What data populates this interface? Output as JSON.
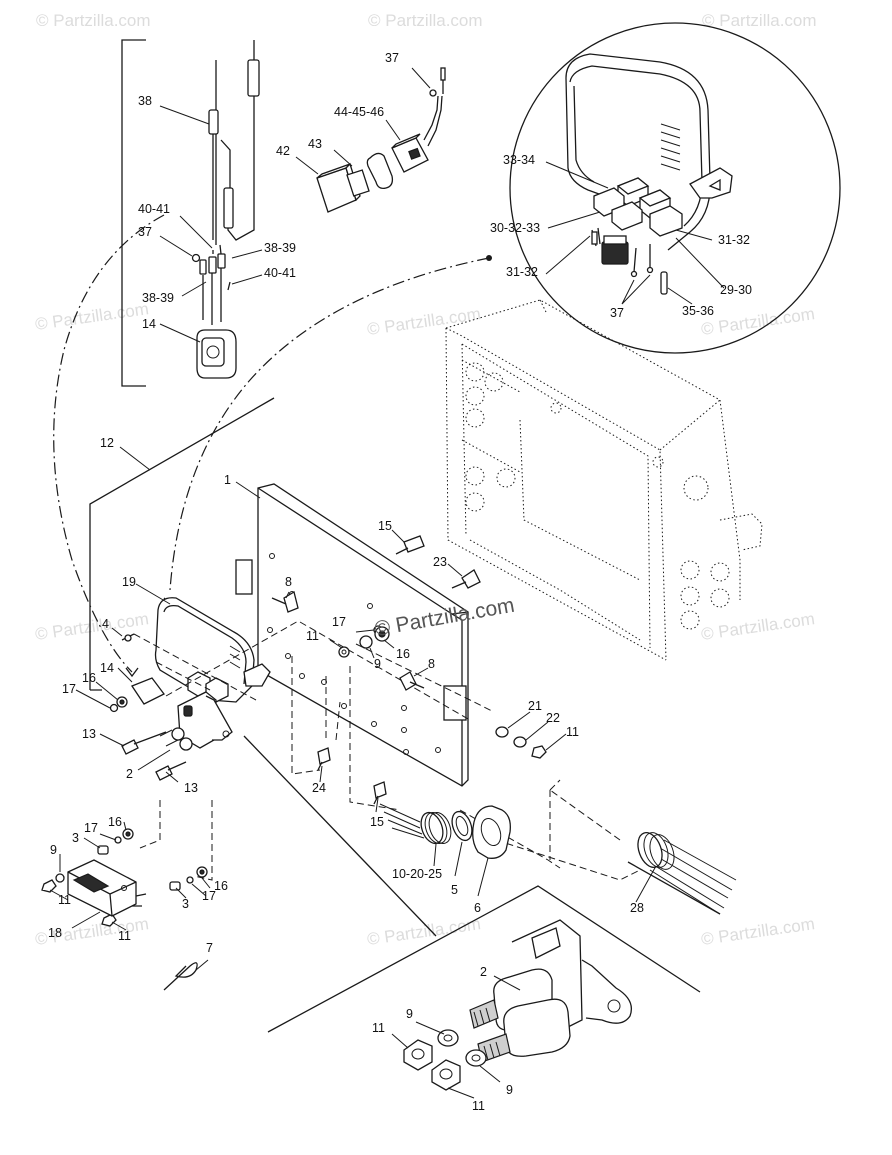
{
  "watermarks": {
    "text": "© Partzilla.com",
    "center_text": "© Partzilla.com"
  },
  "callouts": {
    "c1": "1",
    "c2a": "2",
    "c2b": "2",
    "c3a": "3",
    "c3b": "3",
    "c4": "4",
    "c5": "5",
    "c6": "6",
    "c7": "7",
    "c8a": "8",
    "c8b": "8",
    "c9a": "9",
    "c9b": "9",
    "c9c": "9",
    "c9d": "9",
    "c10": "10-20-25",
    "c11a": "11",
    "c11b": "11",
    "c11c": "11",
    "c11d": "11",
    "c11e": "11",
    "c11f": "11",
    "c12": "12",
    "c13a": "13",
    "c13b": "13",
    "c14a": "14",
    "c14b": "14",
    "c15a": "15",
    "c15b": "15",
    "c16a": "16",
    "c16b": "16",
    "c16c": "16",
    "c16d": "16",
    "c17a": "17",
    "c17b": "17",
    "c17c": "17",
    "c17d": "17",
    "c18": "18",
    "c19": "19",
    "c21": "21",
    "c22": "22",
    "c23": "23",
    "c24": "24",
    "c28": "28",
    "c29": "29-30",
    "c30": "30-32-33",
    "c31a": "31-32",
    "c31b": "31-32",
    "c33": "33-34",
    "c35": "35-36",
    "c37a": "37",
    "c37b": "37",
    "c37c": "37",
    "c38": "38",
    "c3839a": "38-39",
    "c3839b": "38-39",
    "c4041a": "40-41",
    "c4041b": "40-41",
    "c42": "42",
    "c43": "43",
    "c44": "44-45-46"
  }
}
